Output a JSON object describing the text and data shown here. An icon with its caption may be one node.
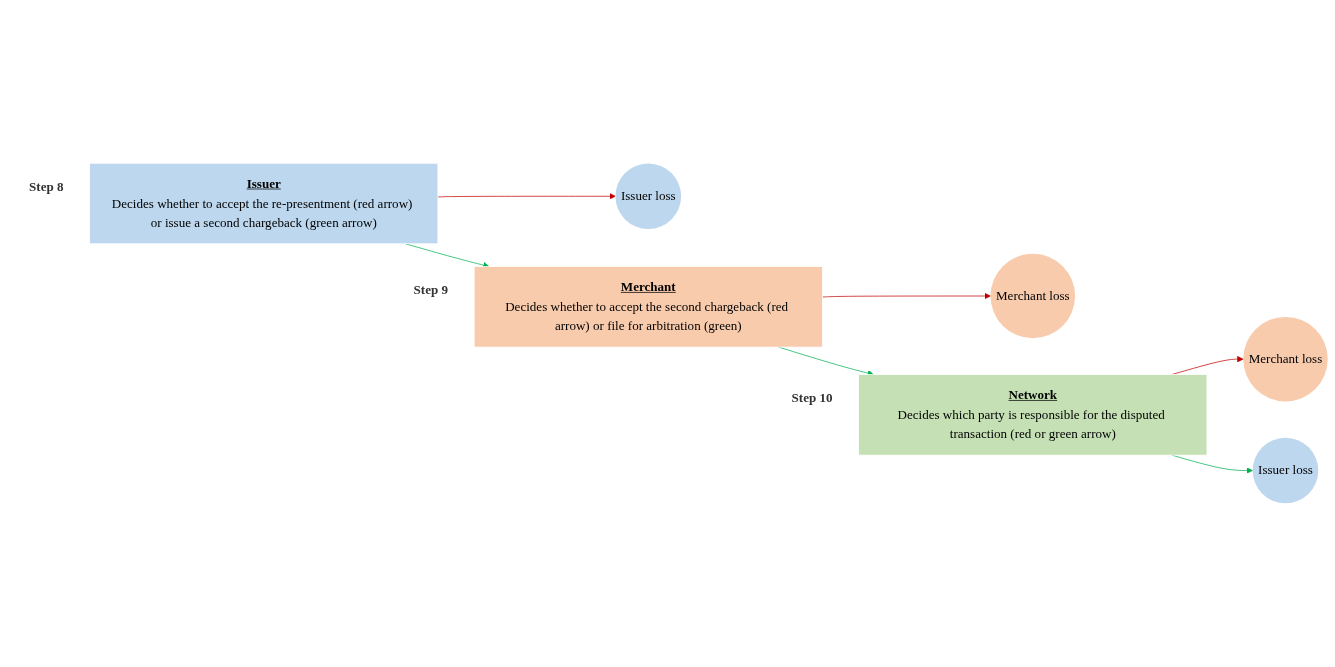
{
  "diagram": {
    "nodes": [
      {
        "text": [
          "Issuer",
          "Decides whether to accept the re-presentment (red arrow) or issue a second chargeback (green arrow)"
        ],
        "beside": [
          "Step 8"
        ]
      },
      {
        "text": [
          "Issuer loss"
        ]
      },
      {
        "text": [
          "Merchant",
          "Decides whether to accept the second chargeback (red arrow) or file for arbitration (green)"
        ],
        "beside": [
          "Step 9"
        ]
      },
      {
        "text": [
          "Merchant loss"
        ]
      },
      {
        "text": [
          "Network",
          "Decides which party is responsible for the disputed transaction (red or green arrow)"
        ],
        "beside": [
          "Step 10"
        ]
      },
      {
        "text": [
          "Merchant loss"
        ]
      },
      {
        "text": [
          "Issuer loss"
        ]
      }
    ],
    "edges": [
      {
        "from": 0,
        "to": 1,
        "arrow": "to",
        "color": "#c00000"
      },
      {
        "from": 0,
        "to": 2,
        "arrow": "to",
        "color": "#00b050"
      },
      {
        "from": 2,
        "to": 3,
        "arrow": "to",
        "color": "#c00000"
      },
      {
        "from": 2,
        "to": 4,
        "arrow": "to",
        "color": "#00b050"
      },
      {
        "from": 4,
        "to": 5,
        "arrow": "to",
        "color": "#c00000"
      },
      {
        "from": 4,
        "to": 6,
        "arrow": "to",
        "color": "#00b050"
      }
    ]
  }
}
